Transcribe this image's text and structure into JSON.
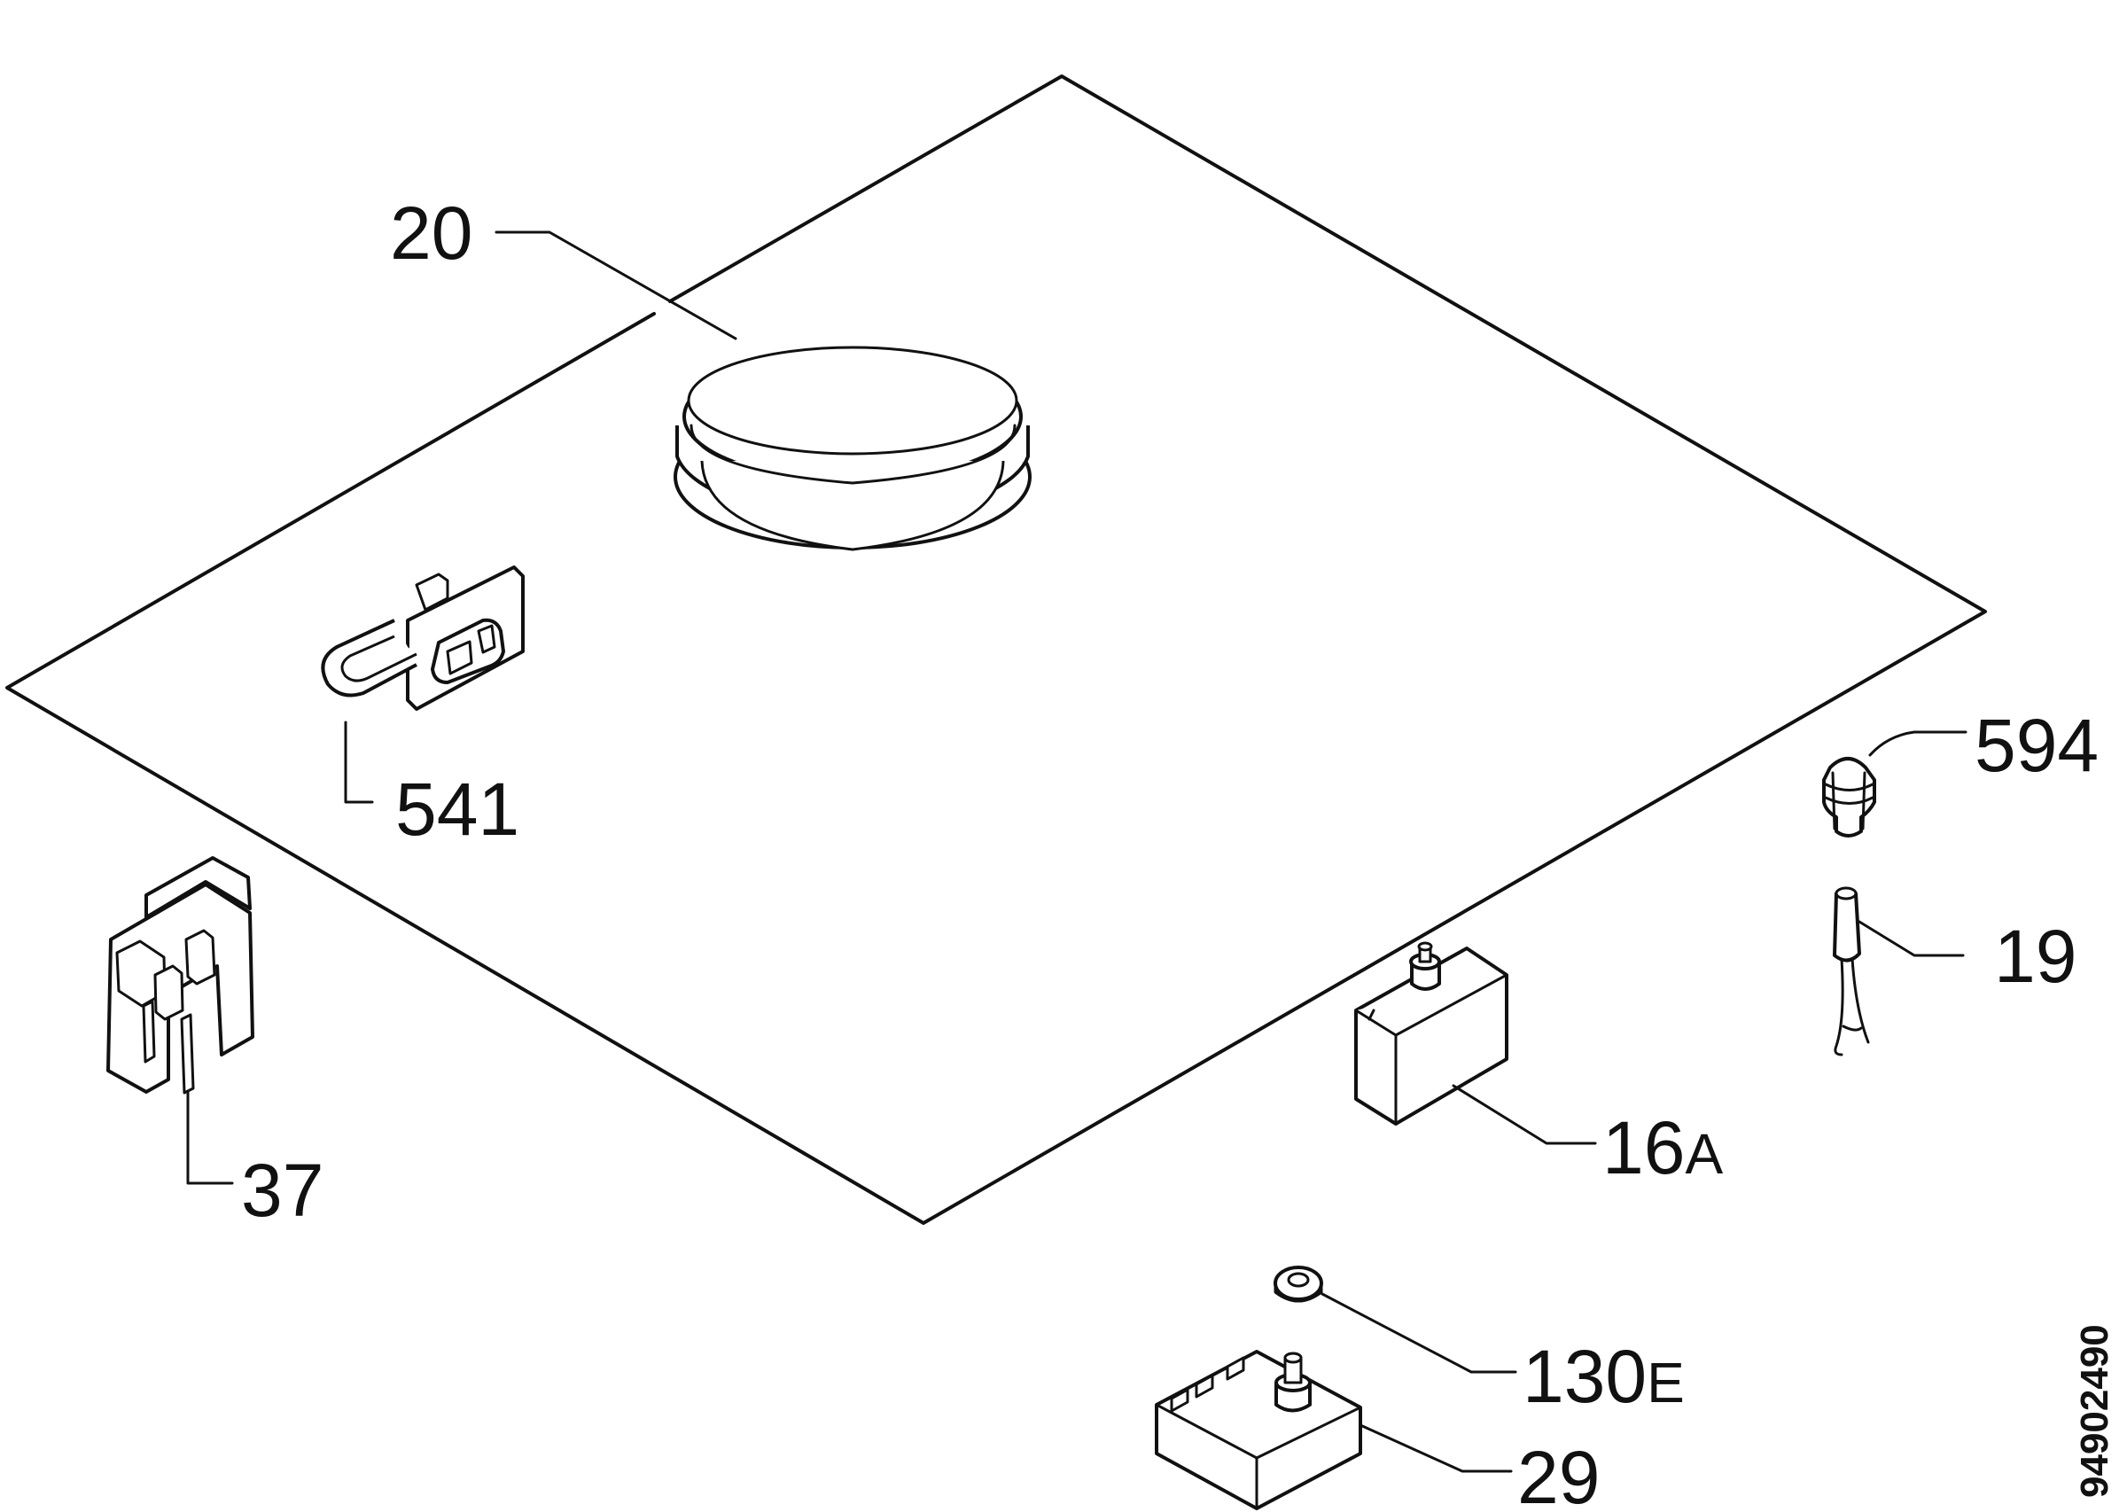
{
  "callouts": {
    "c20": {
      "num": "20",
      "suffix": ""
    },
    "c541": {
      "num": "541",
      "suffix": ""
    },
    "c594": {
      "num": "594",
      "suffix": ""
    },
    "c19": {
      "num": "19",
      "suffix": ""
    },
    "c37": {
      "num": "37",
      "suffix": ""
    },
    "c16a": {
      "num": "16",
      "suffix": "A"
    },
    "c130e": {
      "num": "130",
      "suffix": "E"
    },
    "c29": {
      "num": "29",
      "suffix": ""
    }
  },
  "drawing_number": "94902490",
  "colors": {
    "line": "#111111",
    "background": "#ffffff"
  }
}
